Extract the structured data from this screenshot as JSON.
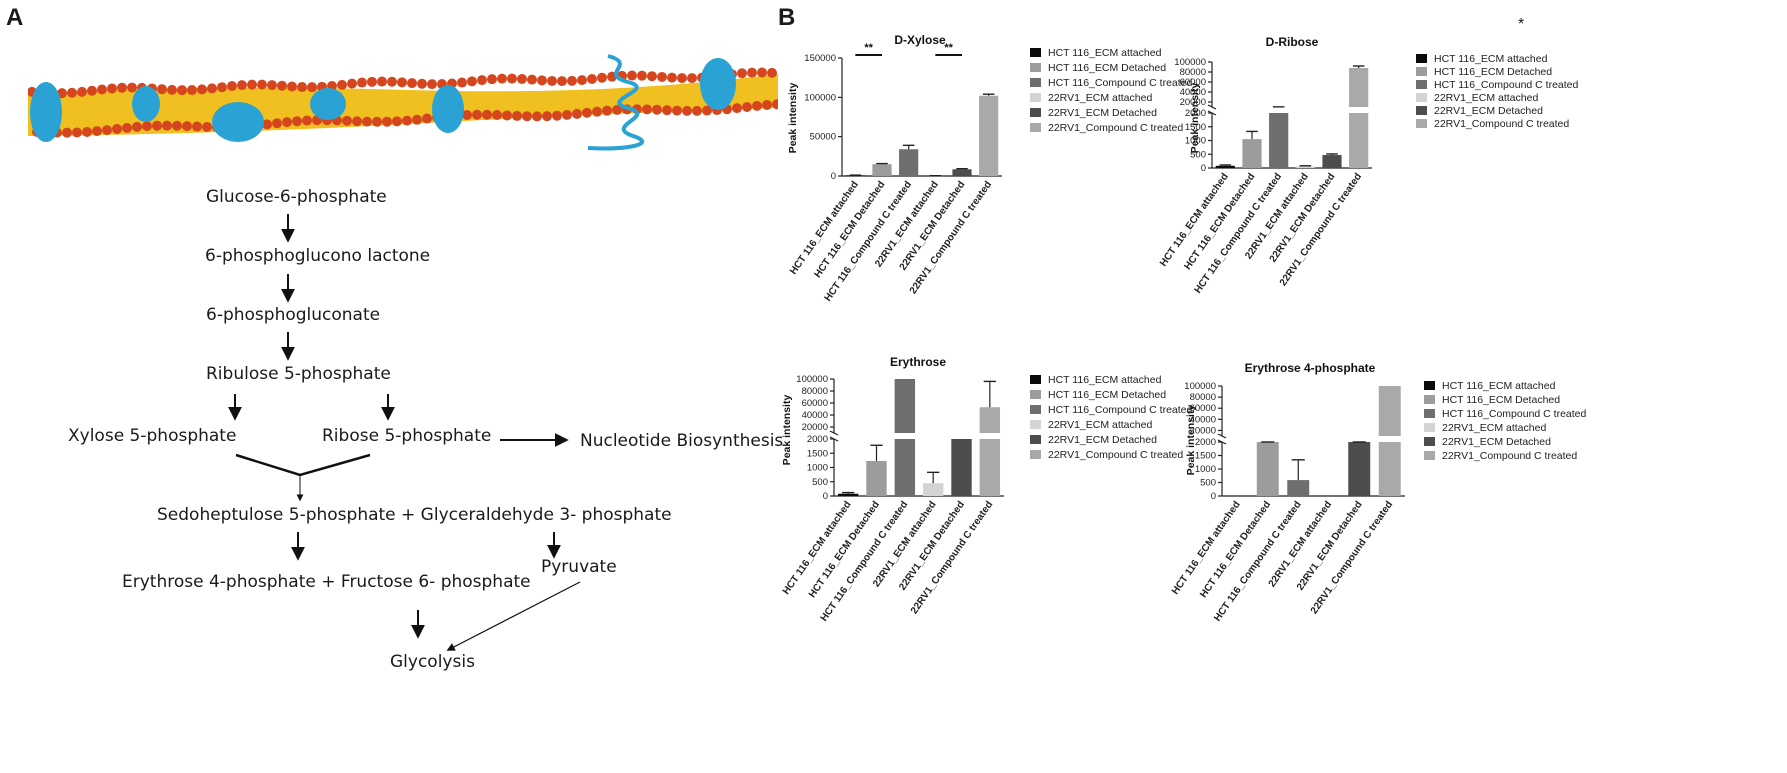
{
  "panels": {
    "a_label": "A",
    "b_label": "B",
    "corner_mark": "*"
  },
  "colors": {
    "membrane_lipid": "#d6461e",
    "membrane_tail": "#f0c020",
    "membrane_protein": "#2aa3d4",
    "series": [
      "#0b0b0b",
      "#9c9c9c",
      "#6e6e6e",
      "#d4d4d4",
      "#4d4d4d",
      "#a9a9a9"
    ]
  },
  "pathway": {
    "nodes": [
      {
        "id": "g6p",
        "label": "Glucose-6-phosphate"
      },
      {
        "id": "pgl",
        "label": "6-phosphoglucono lactone"
      },
      {
        "id": "pg",
        "label": "6-phosphogluconate"
      },
      {
        "id": "ru5p",
        "label": "Ribulose 5-phosphate"
      },
      {
        "id": "xu5p",
        "label": "Xylose 5-phosphate"
      },
      {
        "id": "r5p",
        "label": "Ribose 5-phosphate"
      },
      {
        "id": "nuc",
        "label": "Nucleotide Biosynthesis"
      },
      {
        "id": "s7p",
        "label": "Sedoheptulose 5-phosphate + Glyceraldehyde 3- phosphate"
      },
      {
        "id": "pyr",
        "label": "Pyruvate"
      },
      {
        "id": "e4p",
        "label": "Erythrose 4-phosphate + Fructose 6- phosphate"
      },
      {
        "id": "gly",
        "label": "Glycolysis"
      }
    ]
  },
  "chart_data": [
    {
      "type": "bar",
      "title": "D-Xylose",
      "ylabel": "Peak intensity",
      "categories": [
        "HCT 116_ECM attached",
        "HCT 116_ECM Detached",
        "HCT 116_Compound C treated",
        "22RV1_ECM attached",
        "22RV1_ECM Detached",
        "22RV1_Compound C treated"
      ],
      "values": [
        800,
        15000,
        34000,
        300,
        8500,
        102000
      ],
      "errors": [
        300,
        800,
        5000,
        100,
        800,
        2000
      ],
      "ylim": [
        0,
        150000
      ],
      "yticks": [
        "0",
        "50000",
        "100000",
        "150000"
      ],
      "significance": [
        "**",
        "**"
      ],
      "legend_position": "right"
    },
    {
      "type": "bar",
      "title": "D-Ribose",
      "ylabel": "Peak intensity",
      "categories": [
        "HCT 116_ECM attached",
        "HCT 116_ECM Detached",
        "HCT 116_Compound C treated",
        "22RV1_ECM attached",
        "22RV1_ECM Detached",
        "22RV1_Compound C treated"
      ],
      "values": [
        80,
        1050,
        10000,
        60,
        470,
        88000
      ],
      "errors": [
        30,
        280,
        300,
        20,
        40,
        4000
      ],
      "ylim": [
        0,
        100000
      ],
      "axis_break": [
        2000,
        10000
      ],
      "yticks_lower": [
        "0",
        "500",
        "1000",
        "1500",
        "2000"
      ],
      "yticks_upper": [
        "20000",
        "40000",
        "60000",
        "80000",
        "100000"
      ],
      "legend_position": "right"
    },
    {
      "type": "bar",
      "title": "Erythrose",
      "ylabel": "Peak intensity",
      "categories": [
        "HCT 116_ECM attached",
        "HCT 116_ECM Detached",
        "HCT 116_Compound C treated",
        "22RV1_ECM attached",
        "22RV1_ECM Detached",
        "22RV1_Compound C treated"
      ],
      "values": [
        80,
        1230,
        100000,
        450,
        2000,
        53000
      ],
      "errors": [
        40,
        550,
        0,
        380,
        0,
        43000
      ],
      "ylim": [
        0,
        100000
      ],
      "axis_break": [
        2000,
        10000
      ],
      "yticks_lower": [
        "0",
        "500",
        "1000",
        "1500",
        "2000"
      ],
      "yticks_upper": [
        "20000",
        "40000",
        "60000",
        "80000",
        "100000"
      ],
      "legend_position": "right"
    },
    {
      "type": "bar",
      "title": "Erythrose 4-phosphate",
      "ylabel": "Peak intensity",
      "categories": [
        "HCT 116_ECM attached",
        "HCT 116_ECM Detached",
        "HCT 116_Compound C treated",
        "22RV1_ECM attached",
        "22RV1_ECM Detached",
        "22RV1_Compound C treated"
      ],
      "values": [
        0,
        2000,
        590,
        0,
        2000,
        100000
      ],
      "errors": [
        0,
        600,
        750,
        0,
        600,
        0
      ],
      "ylim": [
        0,
        100000
      ],
      "axis_break": [
        2000,
        10000
      ],
      "yticks_lower": [
        "0",
        "500",
        "1000",
        "1500",
        "2000"
      ],
      "yticks_upper": [
        "20000",
        "40000",
        "60000",
        "80000",
        "100000"
      ],
      "legend_position": "right"
    }
  ]
}
